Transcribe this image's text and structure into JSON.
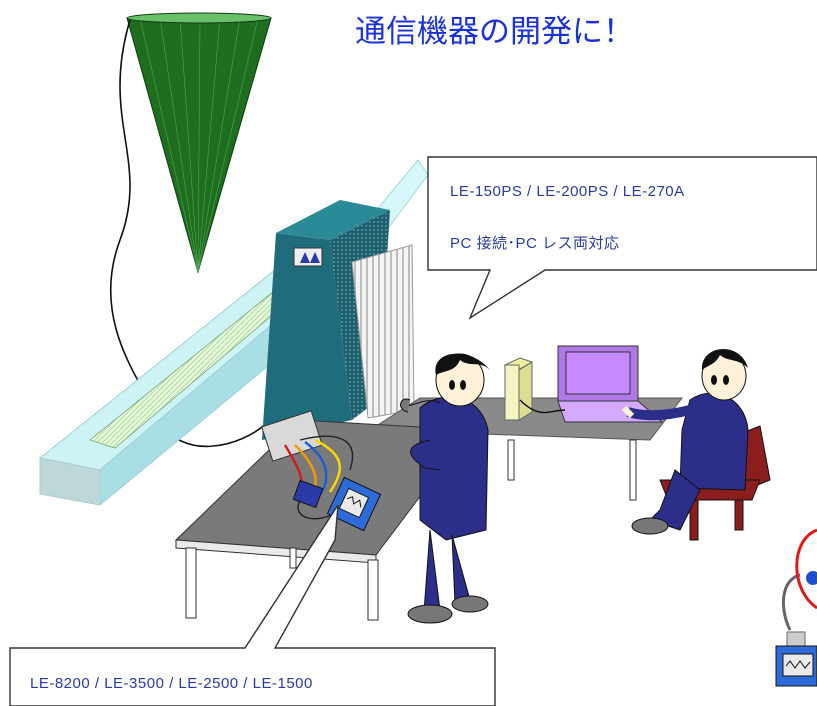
{
  "title": "通信機器の開発に！",
  "callout_top": {
    "line1": "LE-150PS / LE-200PS / LE-270A",
    "line2": "PC 接続･PC レス両対応"
  },
  "callout_bottom": {
    "line1": "LE-8200 / LE-3500 / LE-2500 / LE-1500"
  },
  "colors": {
    "title": "#1a33d9",
    "callout_text": "#2a3aa8",
    "antenna": "#1f6e1f",
    "shield_box": "#1f6d7c",
    "track": "#cdf3f5",
    "worker_shirt": "#2b2f8a",
    "laptop_screen": "#c88bff",
    "table_top": "#7a7a7a",
    "chair": "#8b1d1d"
  },
  "icons": [
    "antenna-cone-icon",
    "shield-box-icon",
    "laptop-icon",
    "analyzer-device-icon",
    "worker-figure-icon",
    "magnifier-circle-icon"
  ]
}
